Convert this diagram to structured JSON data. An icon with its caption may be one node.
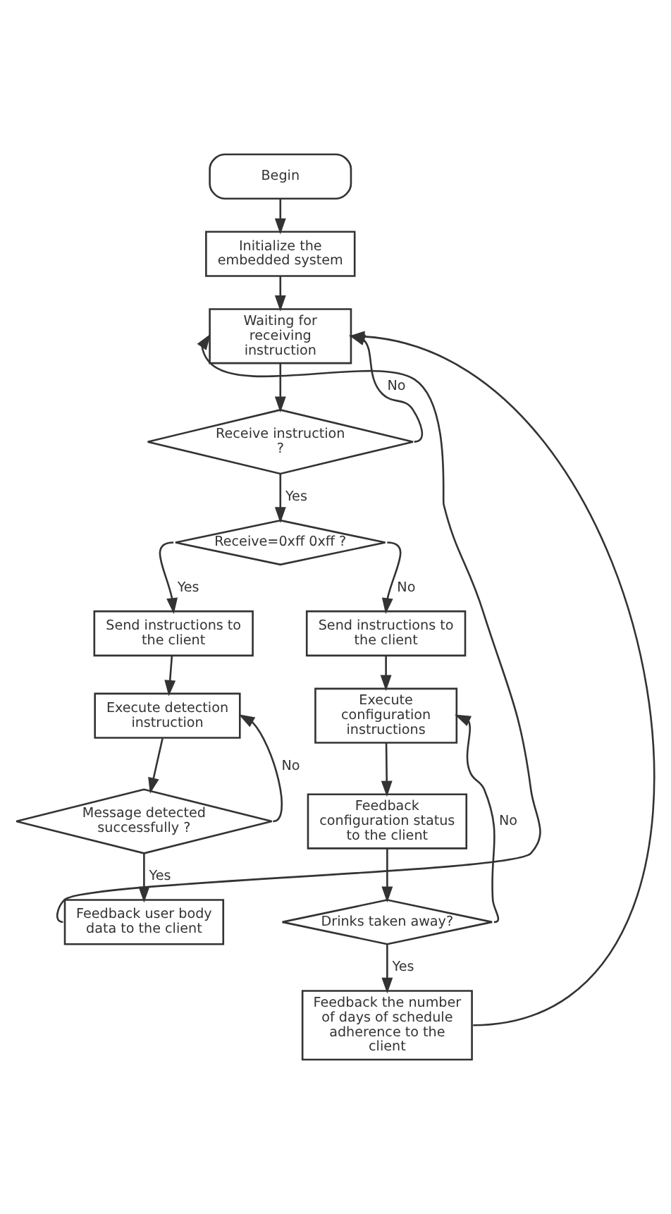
{
  "diagram": {
    "nodes": [
      {
        "text": [
          "Begin"
        ]
      },
      {
        "text": [
          "Initialize the embedded system"
        ]
      },
      {
        "text": [
          "Waiting for receiving instruction"
        ]
      },
      {
        "text": [
          "Receive instruction ?"
        ]
      },
      {
        "text": [
          "Receive=0xff 0xff ?"
        ]
      },
      {
        "text": [
          "Send instructions to the client"
        ]
      },
      {
        "text": [
          "Send instructions to the client"
        ]
      },
      {
        "text": [
          "Execute detection instruction"
        ]
      },
      {
        "text": [
          "Message detected successfully ?"
        ]
      },
      {
        "text": [
          "Feedback user body data to the client"
        ]
      },
      {
        "text": [
          "Execute configuration instructions"
        ]
      },
      {
        "text": [
          "Feedback configuration status to the client"
        ]
      },
      {
        "text": [
          "Drinks taken away?"
        ]
      },
      {
        "text": [
          "Feedback the number of days of schedule adherence to the client"
        ]
      }
    ],
    "edges": [
      {
        "from": 0,
        "to": 1,
        "arrow": "to"
      },
      {
        "from": 1,
        "to": 2,
        "arrow": "to"
      },
      {
        "from": 2,
        "to": 3,
        "arrow": "to"
      },
      {
        "from": 3,
        "to": 2,
        "arrow": "to",
        "label": "No"
      },
      {
        "from": 3,
        "to": 4,
        "arrow": "to",
        "label": "Yes"
      },
      {
        "from": 4,
        "to": 5,
        "arrow": "to",
        "label": "Yes"
      },
      {
        "from": 4,
        "to": 6,
        "arrow": "to",
        "label": "No"
      },
      {
        "from": 5,
        "to": 7,
        "arrow": "to"
      },
      {
        "from": 7,
        "to": 8,
        "arrow": "to"
      },
      {
        "from": 8,
        "to": 7,
        "arrow": "to",
        "label": "No"
      },
      {
        "from": 8,
        "to": 9,
        "arrow": "to",
        "label": "Yes"
      },
      {
        "from": 6,
        "to": 10,
        "arrow": "to"
      },
      {
        "from": 10,
        "to": 11,
        "arrow": "to"
      },
      {
        "from": 11,
        "to": 12,
        "arrow": "to"
      },
      {
        "from": 12,
        "to": 10,
        "arrow": "to",
        "label": "No"
      },
      {
        "from": 12,
        "to": 13,
        "arrow": "to",
        "label": "Yes"
      },
      {
        "from": 9,
        "to": 2,
        "arrow": "to"
      },
      {
        "from": 13,
        "to": 2,
        "arrow": "to"
      }
    ]
  }
}
